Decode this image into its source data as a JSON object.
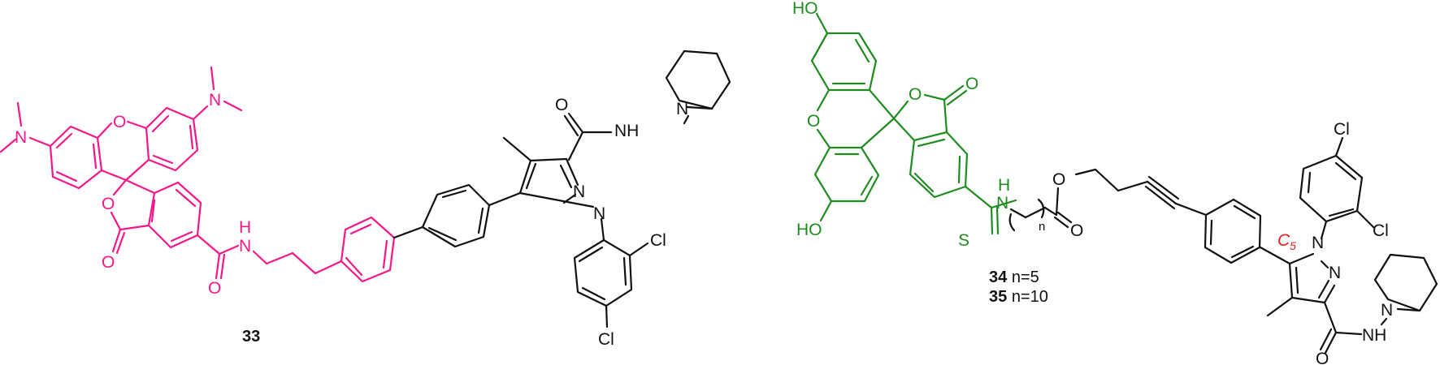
{
  "figure": {
    "compounds": [
      {
        "id": "33",
        "label": "33",
        "fluorophore": "tetramethylrhodamine",
        "fluorophore_color": "#f5178a"
      },
      {
        "id": "34",
        "label": "34",
        "n_label": "n=5",
        "fluorophore": "fluorescein",
        "fluorophore_color": "#1e8c1e"
      },
      {
        "id": "35",
        "label": "35",
        "n_label": "n=10",
        "fluorophore": "fluorescein",
        "fluorophore_color": "#1e8c1e"
      }
    ],
    "atom_labels": {
      "N": "N",
      "O": "O",
      "H": "H",
      "NH": "NH",
      "HO": "HO",
      "Cl": "Cl",
      "S": "S",
      "n": "n"
    },
    "annotation": {
      "text": "C",
      "subscript": "5",
      "color": "#ee1c1c"
    },
    "colors": {
      "rhodamine": "#f5178a",
      "fluorescein": "#1e8c1e",
      "scaffold": "#111111",
      "highlight": "#ee1c1c"
    }
  }
}
